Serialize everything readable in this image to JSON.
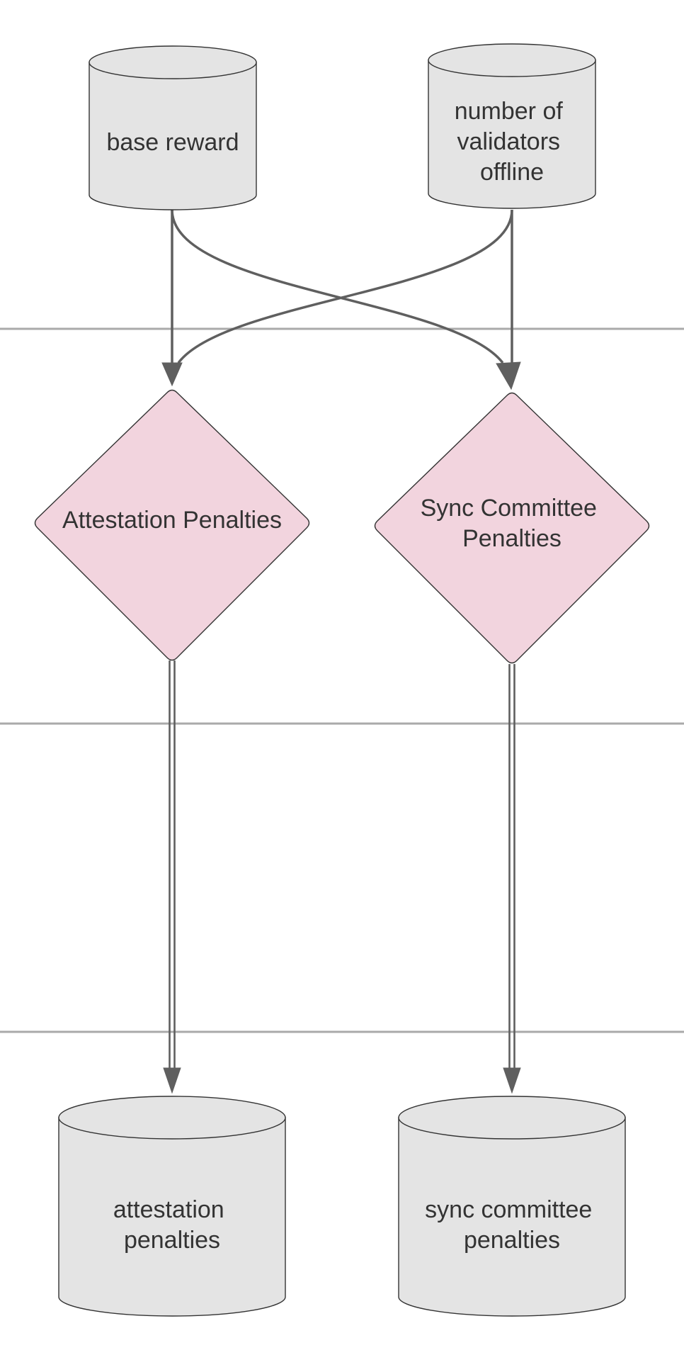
{
  "nodes": {
    "base_reward": {
      "lines": [
        "base reward"
      ],
      "shape": "cylinder"
    },
    "validators_offline": {
      "lines": [
        "number of",
        "validators",
        "offline"
      ],
      "shape": "cylinder"
    },
    "attestation_penalties_process": {
      "lines": [
        "Attestation Penalties"
      ],
      "shape": "diamond"
    },
    "sync_committee_penalties_process": {
      "lines": [
        "Sync Committee",
        "Penalties"
      ],
      "shape": "diamond"
    },
    "attestation_penalties_store": {
      "lines": [
        "attestation",
        "penalties"
      ],
      "shape": "cylinder"
    },
    "sync_committee_penalties_store": {
      "lines": [
        "sync committee",
        "penalties"
      ],
      "shape": "cylinder"
    }
  },
  "edges": [
    {
      "from": "base_reward",
      "to": "attestation_penalties_process",
      "style": "single"
    },
    {
      "from": "base_reward",
      "to": "sync_committee_penalties_process",
      "style": "single"
    },
    {
      "from": "validators_offline",
      "to": "attestation_penalties_process",
      "style": "single"
    },
    {
      "from": "validators_offline",
      "to": "sync_committee_penalties_process",
      "style": "single"
    },
    {
      "from": "attestation_penalties_process",
      "to": "attestation_penalties_store",
      "style": "double"
    },
    {
      "from": "sync_committee_penalties_process",
      "to": "sync_committee_penalties_store",
      "style": "double"
    }
  ],
  "colors": {
    "cylinder_fill": "#e4e4e4",
    "diamond_fill": "#f2d4de",
    "edge": "#5f5f5f",
    "lane_divider": "#aaaaaa",
    "text": "#333333"
  }
}
